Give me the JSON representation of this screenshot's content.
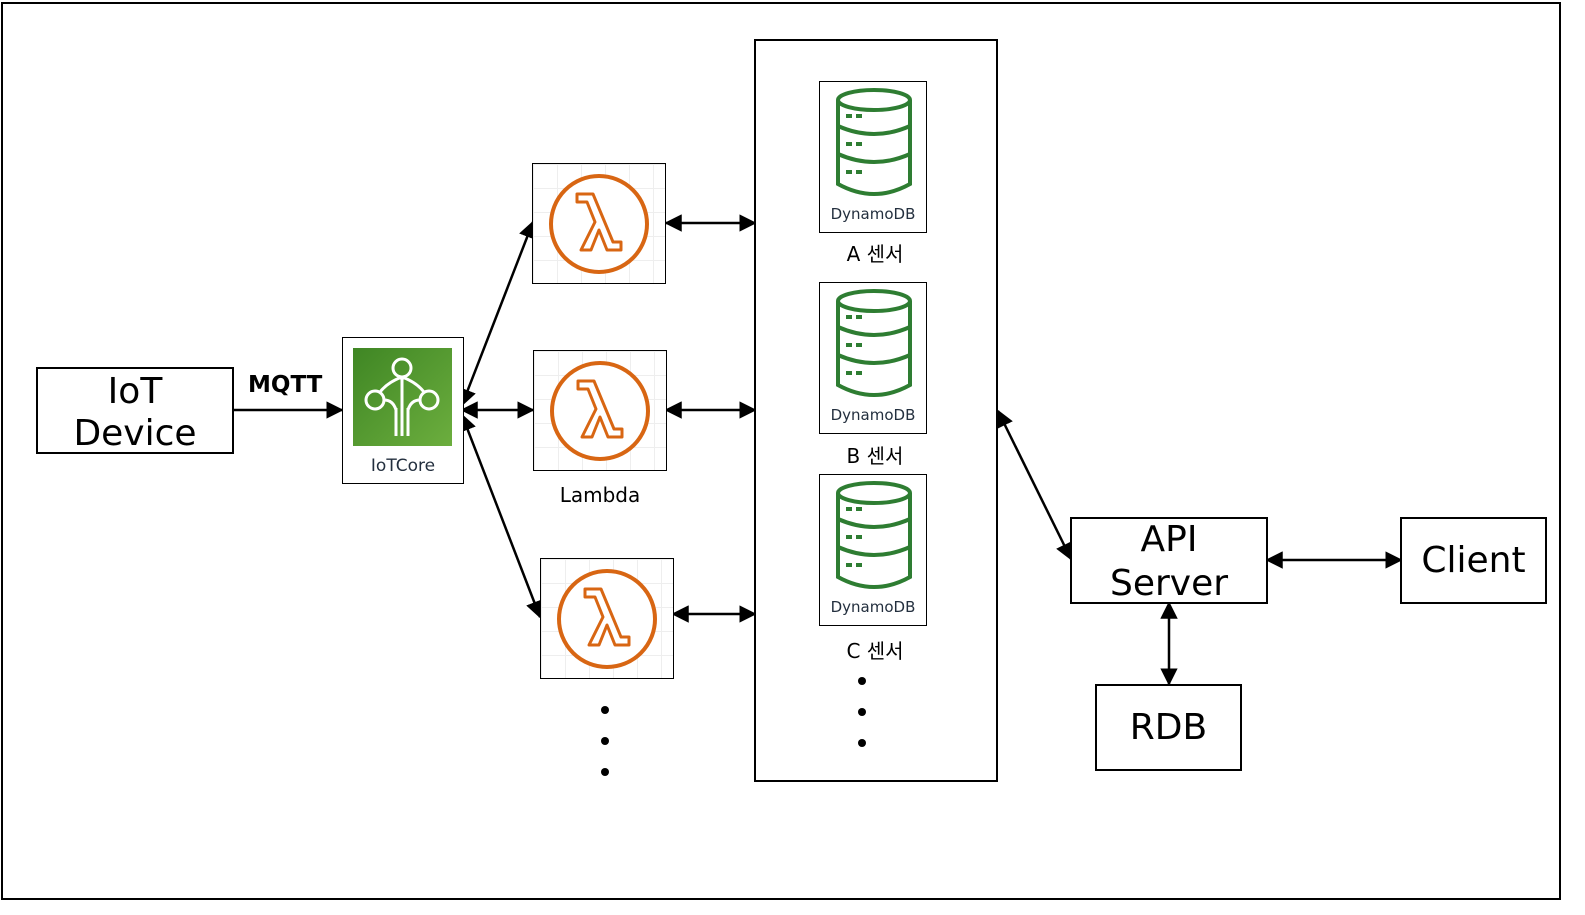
{
  "nodes": {
    "iot_device": {
      "line1": "IoT",
      "line2": "Device"
    },
    "mqtt": "MQTT",
    "iotcore": "IoTCore",
    "lambda": "Lambda",
    "dynamo_icon_label": "DynamoDB",
    "sensors": [
      "A 센서",
      "B 센서",
      "C 센서"
    ],
    "api_server": {
      "line1": "API",
      "line2": "Server"
    },
    "client": "Client",
    "rdb": "RDB"
  },
  "colors": {
    "iotcore_green": "#3f8624",
    "lambda_orange": "#d86613",
    "dynamo_green": "#2e7d32",
    "line": "#000000"
  },
  "icons": {
    "iotcore": "iot-core-icon",
    "lambda": "lambda-icon",
    "dynamodb": "dynamodb-icon"
  }
}
